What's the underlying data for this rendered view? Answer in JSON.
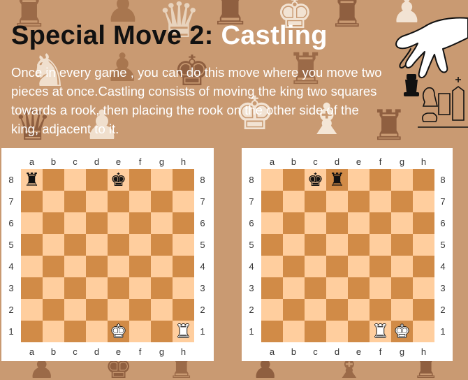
{
  "title": {
    "part1": "Special Move 2: ",
    "part2": "Castling"
  },
  "description": "Once in every game , you can do this move where you move two  pieces at once.Castling consists of moving the king two squares towards a rook, then placing the rook on the other side of the king, adjacent to it.",
  "files": [
    "a",
    "b",
    "c",
    "d",
    "e",
    "f",
    "g",
    "h"
  ],
  "ranks": [
    "8",
    "7",
    "6",
    "5",
    "4",
    "3",
    "2",
    "1"
  ],
  "colors": {
    "light": "#ffce9e",
    "dark": "#d18b47",
    "background": "#c99a72"
  },
  "boards": [
    {
      "name": "before-castling",
      "pieces": [
        {
          "square": "a8",
          "glyph": "♜",
          "color": "black",
          "piece": "rook"
        },
        {
          "square": "e8",
          "glyph": "♚",
          "color": "black",
          "piece": "king"
        },
        {
          "square": "e1",
          "glyph": "♚",
          "color": "white",
          "piece": "king"
        },
        {
          "square": "h1",
          "glyph": "♜",
          "color": "white",
          "piece": "rook"
        }
      ]
    },
    {
      "name": "after-castling",
      "pieces": [
        {
          "square": "c8",
          "glyph": "♚",
          "color": "black",
          "piece": "king"
        },
        {
          "square": "d8",
          "glyph": "♜",
          "color": "black",
          "piece": "rook"
        },
        {
          "square": "f1",
          "glyph": "♜",
          "color": "white",
          "piece": "rook"
        },
        {
          "square": "g1",
          "glyph": "♚",
          "color": "white",
          "piece": "king"
        }
      ]
    }
  ],
  "decor": {
    "hand_icon": "hand-holding-chess-piece-icon",
    "background_pieces": "chess-pieces-pattern"
  }
}
